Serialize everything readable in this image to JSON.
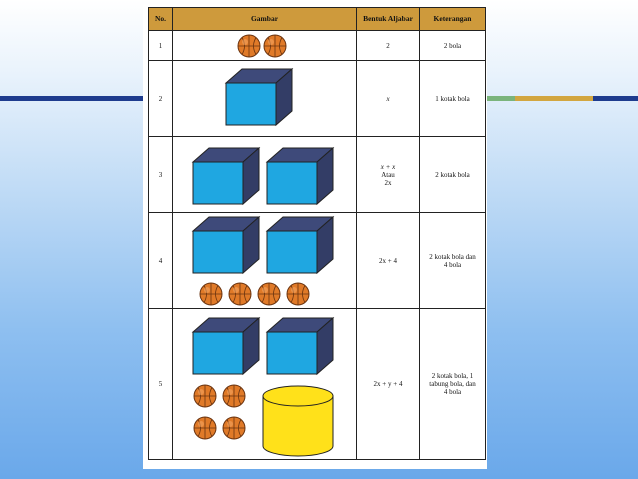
{
  "colors": {
    "header_bg": "#ce9a3c",
    "cube_front": "#1fa7e1",
    "cube_top": "#3e4a7a",
    "cube_side": "#333d66",
    "ball": "#e07a28",
    "cylinder": "#ffe11a",
    "accent_bar_blue": "#1d3b8e",
    "accent_bar_green": "#7ab47c",
    "accent_bar_gold": "#d2a640"
  },
  "table": {
    "headers": [
      "No.",
      "Gambar",
      "Bentuk Aljabar",
      "Keterangan"
    ],
    "rows": [
      {
        "no": "1",
        "picture": {
          "cubes": 0,
          "balls": 2,
          "cylinders": 0
        },
        "aljabar": "2",
        "keterangan": "2 bola"
      },
      {
        "no": "2",
        "picture": {
          "cubes": 1,
          "balls": 0,
          "cylinders": 0
        },
        "aljabar": "x",
        "keterangan": "1 kotak bola"
      },
      {
        "no": "3",
        "picture": {
          "cubes": 2,
          "balls": 0,
          "cylinders": 0
        },
        "aljabar_lines": [
          "x + x",
          "Atau",
          "2x"
        ],
        "keterangan": "2 kotak bola"
      },
      {
        "no": "4",
        "picture": {
          "cubes": 2,
          "balls": 4,
          "cylinders": 0
        },
        "aljabar": "2x + 4",
        "keterangan_lines": [
          "2 kotak bola dan",
          "4 bola"
        ]
      },
      {
        "no": "5",
        "picture": {
          "cubes": 2,
          "balls": 4,
          "cylinders": 1
        },
        "aljabar": "2x + y + 4",
        "keterangan_lines": [
          "2 kotak bola, 1",
          "tabung bola, dan",
          "4 bola"
        ]
      }
    ]
  }
}
